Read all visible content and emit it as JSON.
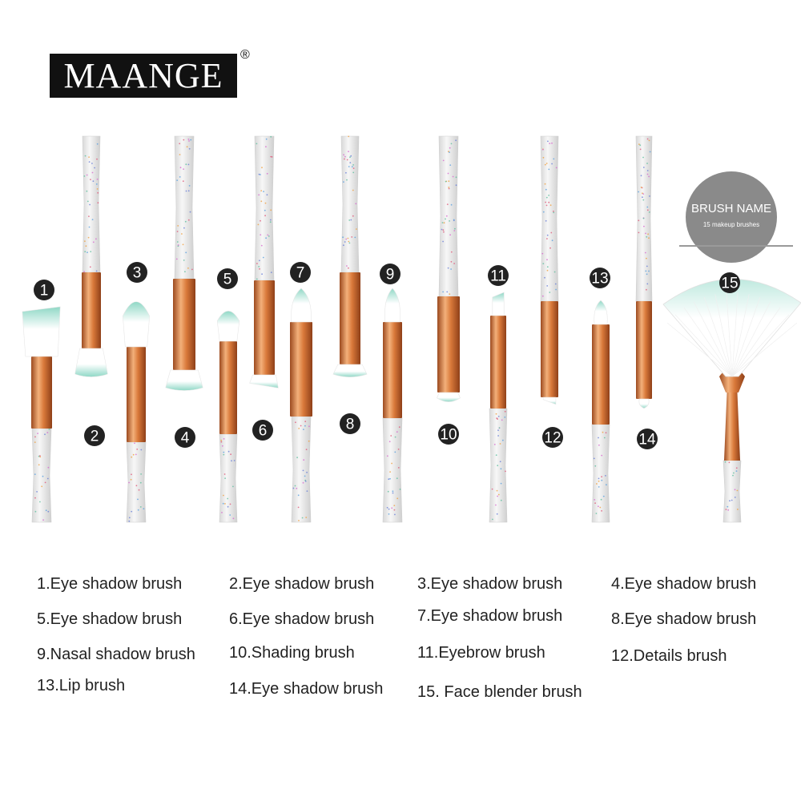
{
  "logo": {
    "brand": "MAANGE",
    "registered": "®"
  },
  "badge": {
    "title": "BRUSH NAME",
    "subtitle": "15 makeup brushes"
  },
  "brushes": [
    {
      "number": "1",
      "head": "angled"
    },
    {
      "number": "2",
      "head": "flat"
    },
    {
      "number": "3",
      "head": "rounded"
    },
    {
      "number": "4",
      "head": "flat-wide"
    },
    {
      "number": "5",
      "head": "rounded"
    },
    {
      "number": "6",
      "head": "angled"
    },
    {
      "number": "7",
      "head": "tapered"
    },
    {
      "number": "8",
      "head": "flat"
    },
    {
      "number": "9",
      "head": "pointed"
    },
    {
      "number": "10",
      "head": "rounded"
    },
    {
      "number": "11",
      "head": "angled-thin"
    },
    {
      "number": "12",
      "head": "angled-thin"
    },
    {
      "number": "13",
      "head": "pointed-small"
    },
    {
      "number": "14",
      "head": "pointed-small"
    },
    {
      "number": "15",
      "head": "fan"
    }
  ],
  "colors": {
    "bristle": "#ffffff",
    "bristle_tip": "#8fd8c6",
    "ferrule": "#c9692f",
    "ferrule_highlight": "#f3b07a",
    "handle": "#eeeeee",
    "badge": "#8a8a8a",
    "number_badge": "#222222"
  },
  "legend": [
    [
      "1.Eye shadow brush",
      "2.Eye shadow brush",
      "3.Eye shadow brush",
      "4.Eye shadow brush"
    ],
    [
      "5.Eye shadow brush",
      "6.Eye shadow brush",
      "7.Eye shadow brush",
      "8.Eye shadow brush"
    ],
    [
      "9.Nasal shadow brush",
      "10.Shading brush",
      "11.Eyebrow brush",
      "12.Details brush"
    ],
    [
      "13.Lip brush",
      "14.Eye shadow brush",
      "15. Face blender brush",
      ""
    ]
  ]
}
